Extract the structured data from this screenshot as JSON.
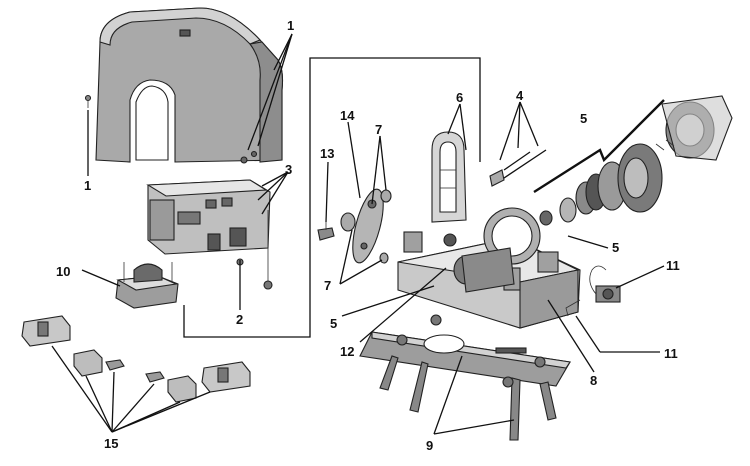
{
  "callouts": {
    "c1a": "1",
    "c1b": "1",
    "c2": "2",
    "c3": "3",
    "c4": "4",
    "c5a": "5",
    "c5b": "5",
    "c5c": "5",
    "c6": "6",
    "c7a": "7",
    "c7b": "7",
    "c8": "8",
    "c9": "9",
    "c10": "10",
    "c11a": "11",
    "c11b": "11",
    "c12": "12",
    "c13": "13",
    "c14": "14",
    "c15": "15"
  }
}
